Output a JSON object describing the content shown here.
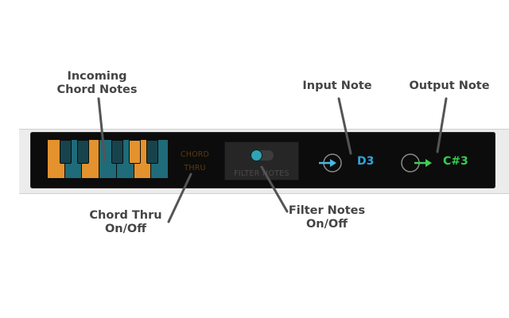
{
  "controls": {
    "chord_thru_line1": "CHORD",
    "chord_thru_line2": "THRU",
    "filter_notes_label": "FILTER NOTES",
    "filter_notes_on": true,
    "input_note": "D3",
    "output_note": "C#3"
  },
  "keyboard": {
    "white_keys": [
      true,
      false,
      true,
      false,
      false,
      true,
      false
    ],
    "black_keys": [
      false,
      false,
      false,
      true,
      false
    ]
  },
  "callouts": {
    "incoming_line1": "Incoming",
    "incoming_line2": "Chord Notes",
    "input_note": "Input Note",
    "output_note": "Output Note",
    "chord_thru_line1": "Chord Thru",
    "chord_thru_line2": "On/Off",
    "filter_line1": "Filter Notes",
    "filter_line2": "On/Off"
  },
  "colors": {
    "key_active": "#e3922d",
    "key_idle": "#1f6b79",
    "input_arrow": "#47b9e3",
    "input_note": "#2fa6de",
    "output_arrow": "#3fcf56",
    "output_note": "#2fd14f"
  },
  "icons": {
    "input": "arrow-right-into-circle-icon",
    "output": "circle-with-arrow-right-icon"
  }
}
